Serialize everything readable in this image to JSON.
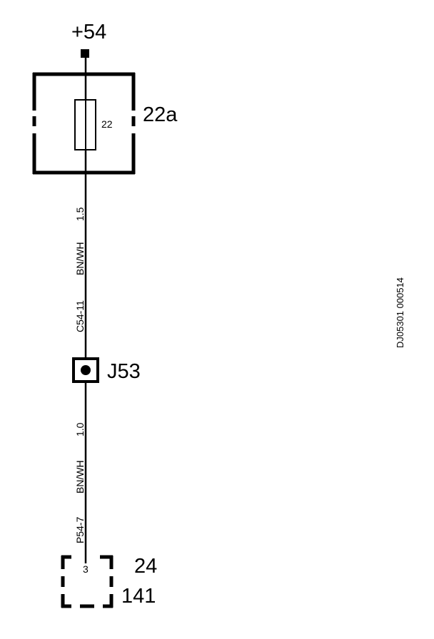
{
  "supply": {
    "label": "+54"
  },
  "fuse_box": {
    "label": "22a",
    "fuse_number": "22"
  },
  "wire_upper": {
    "size": "1.5",
    "color": "BN/WH",
    "connector": "C54-11"
  },
  "splice": {
    "label": "J53"
  },
  "wire_lower": {
    "size": "1.0",
    "color": "BN/WH",
    "connector": "P54-7"
  },
  "component": {
    "pin": "3",
    "label_top": "24",
    "label_bottom": "141"
  },
  "drawing_id": "DJ05301 000514",
  "colors": {
    "ink": "#000000",
    "background": "#ffffff"
  }
}
